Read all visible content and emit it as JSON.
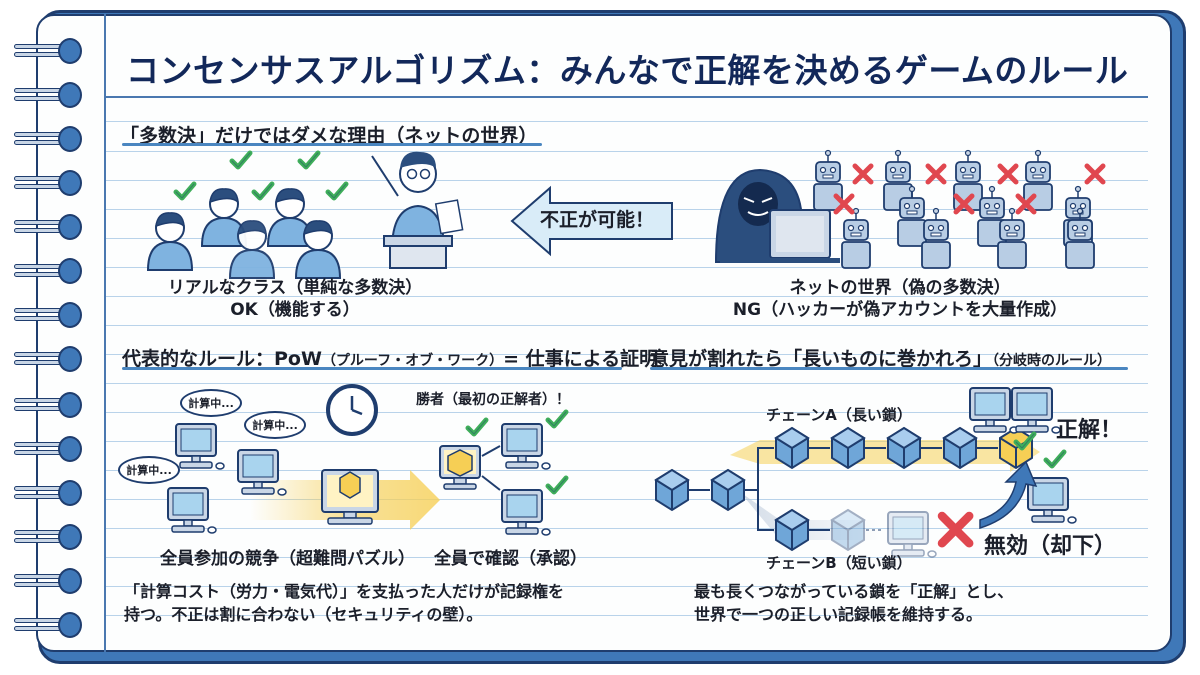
{
  "title": "コンセンサスアルゴリズム：みんなで正解を決めるゲームのルール",
  "section1": {
    "heading": "「多数決」だけではダメな理由（ネットの世界）",
    "real_class": {
      "caption_line1": "リアルなクラス（単純な多数決）",
      "caption_line2": "OK（機能する）"
    },
    "arrow_label": "不正が可能！",
    "net_world": {
      "caption_line1": "ネットの世界（偽の多数決）",
      "caption_line2": "NG（ハッカーが偽アカウントを大量作成）"
    }
  },
  "section2": {
    "heading_main": "代表的なルール：PoW",
    "heading_sub": "（プルーフ・オブ・ワーク）",
    "heading_tail": "= 仕事による証明",
    "bubbles": [
      "計算中...",
      "計算中...",
      "計算中..."
    ],
    "winner_label": "勝者（最初の正解者）！",
    "caption_competition": "全員参加の競争（超難問パズル）",
    "caption_verify": "全員で確認（承認）",
    "note_line1": "「計算コスト（労力・電気代）」を支払った人だけが記録権を",
    "note_line2": "持つ。不正は割に合わない（セキュリティの壁）。"
  },
  "section3": {
    "heading_main": "意見が割れたら「長いものに巻かれろ」",
    "heading_sub": "（分岐時のルール）",
    "chain_a_label": "チェーンA（長い鎖）",
    "chain_b_label": "チェーンB（短い鎖）",
    "correct_label": "正解！",
    "invalid_label": "無効（却下）",
    "note_line1": "最も長くつながっている鎖を「正解」とし、",
    "note_line2": "世界で一つの正しい記録帳を維持する。"
  },
  "icons": {
    "check": "check-icon",
    "cross": "cross-icon",
    "clock": "clock-icon",
    "computer": "computer-icon",
    "block": "block-cube-icon",
    "robot": "robot-icon",
    "hacker": "hacker-icon",
    "teacher": "teacher-icon",
    "student": "student-icon"
  },
  "colors": {
    "title": "#12285a",
    "accent_blue": "#3f78b8",
    "outline": "#1f3d6e",
    "check_green": "#3fae5a",
    "cross_red": "#e0474f",
    "highlight_yellow": "#f6cf55",
    "rule_line": "#b9d3ea"
  }
}
